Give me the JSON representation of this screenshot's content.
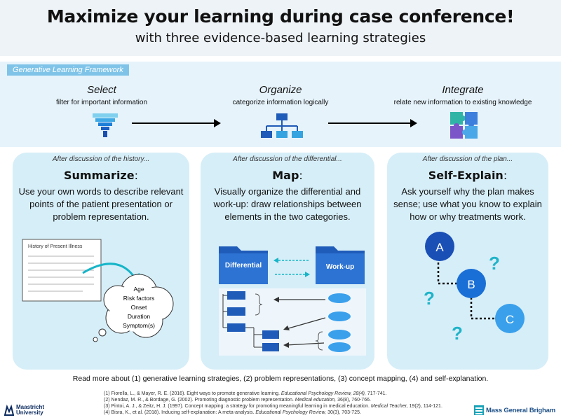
{
  "header": {
    "title": "Maximize your learning during case conference!",
    "subtitle": "with three evidence-based learning strategies"
  },
  "framework": {
    "label": "Generative Learning Framework",
    "steps": [
      {
        "title": "Select",
        "desc": "filter for important information"
      },
      {
        "title": "Organize",
        "desc": "categorize information logically"
      },
      {
        "title": "Integrate",
        "desc": "relate new information to existing knowledge"
      }
    ]
  },
  "panels": [
    {
      "intro": "After discussion of the history...",
      "title": "Summarize",
      "colon": ":",
      "body": "Use your own words to describe relevant points of the patient presentation or problem representation.",
      "doc_title": "History of Present Illness",
      "cloud_items": [
        "Age",
        "Risk factors",
        "Onset",
        "Duration",
        "Symptom(s)"
      ]
    },
    {
      "intro": "After discussion of the differential...",
      "title": "Map",
      "colon": ":",
      "body": "Visually organize the differential and work-up: draw relationships between elements in the two categories.",
      "folder_left": "Differential",
      "folder_right": "Work-up"
    },
    {
      "intro": "After discussion of the plan...",
      "title": "Self-Explain",
      "colon": ":",
      "body": "Ask yourself why the plan makes sense; use what you know to explain how or why treatments work.",
      "nodes": [
        "A",
        "B",
        "C"
      ],
      "question_mark": "?"
    }
  ],
  "readmore": "Read more about (1) generative learning strategies, (2) problem representations, (3) concept mapping, (4) and self-explanation.",
  "references": [
    {
      "plain": "(1) Fiorella, L., & Mayer, R. E. (2016). Eight ways to promote generative learning. ",
      "journal": "Educational Psychology Review, 28(4),",
      "tail": " 717-741."
    },
    {
      "plain": "(2) Nendaz, M. R., & Bordage, G. (2002). Promoting diagnostic problem representation. ",
      "journal": "Medical education,",
      "tail": " 36(8), 760-766."
    },
    {
      "plain": "(3) Pintoi, A. J., & Zeitz, H. J. (1997). Concept mapping: a strategy for promoting meaningful learning in medical education. ",
      "journal": "Medical Teacher,",
      "tail": " 19(2), 114-121."
    },
    {
      "plain": "(4) Bisra, K., et al. (2018). Inducing self-explanation: A meta-analysis. ",
      "journal": "Educational Psychology Review,",
      "tail": " 30(3), 703-725."
    }
  ],
  "logos": {
    "left": [
      "Maastricht",
      "University"
    ],
    "right": "Mass General Brigham"
  },
  "colors": {
    "panel_bg": "#d6eef8",
    "accent_blue": "#1f6fd1",
    "node_blue": "#1a6fd6",
    "question_teal": "#1fb3c8",
    "arrow_teal": "#17b5c8"
  }
}
